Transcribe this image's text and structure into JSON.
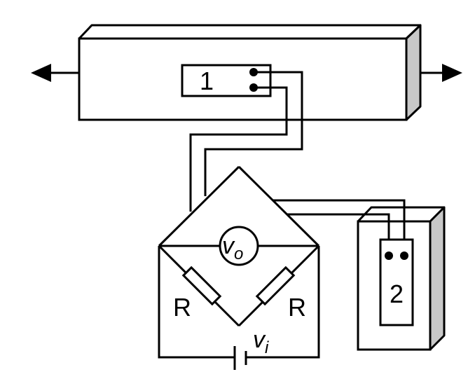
{
  "colors": {
    "stroke": "#000000",
    "background": "#ffffff",
    "shade": "#c8c8c8"
  },
  "labels": {
    "gauge1": "1",
    "gauge2": "2",
    "resistor_left": "R",
    "resistor_right": "R",
    "vo_main": "v",
    "vo_sub": "o",
    "vi_main": "v",
    "vi_sub": "i"
  },
  "icons": {
    "left_arrow": "arrow-left-icon",
    "right_arrow": "arrow-right-icon"
  }
}
